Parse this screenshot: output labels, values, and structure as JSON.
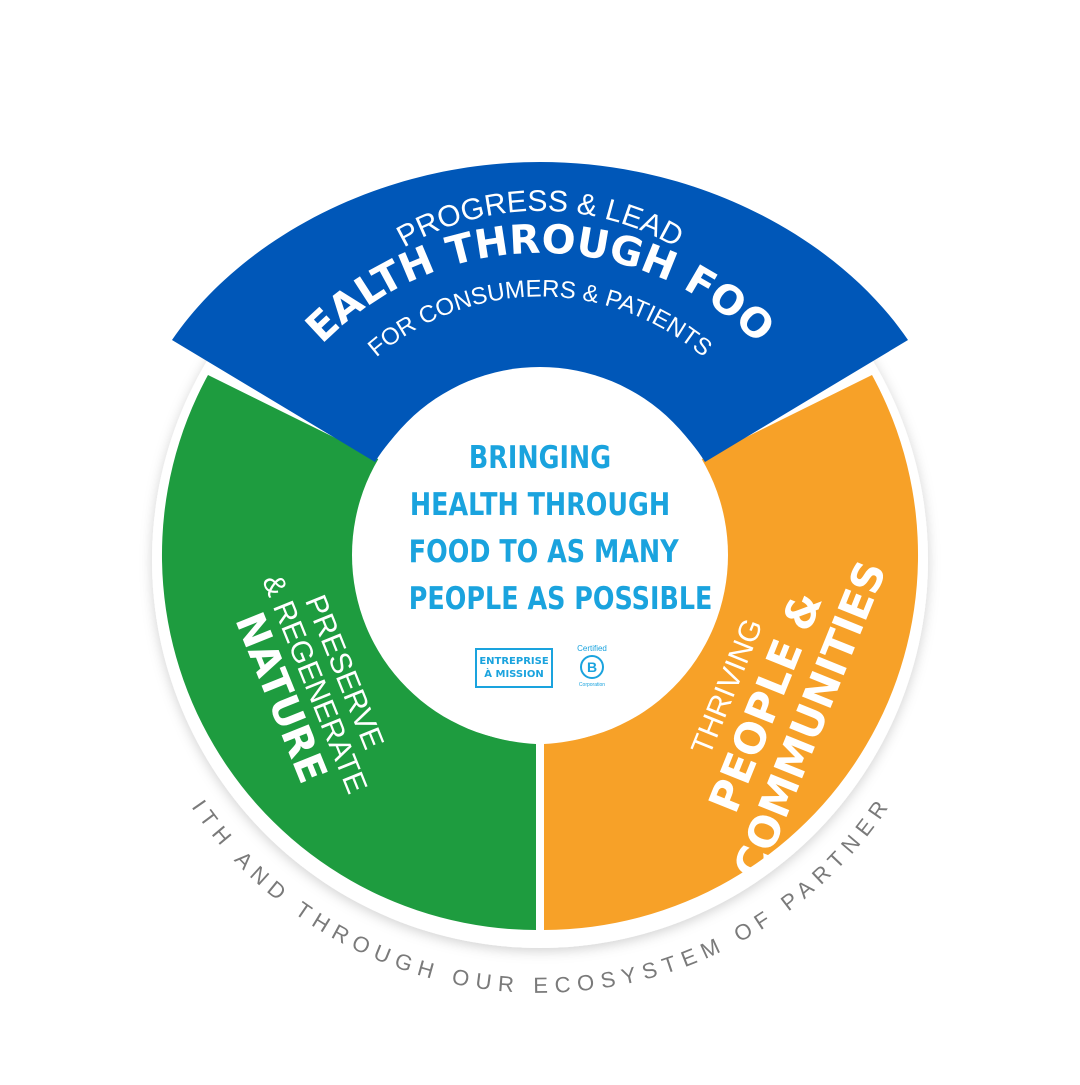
{
  "center": {
    "lines": [
      "BRINGING",
      "HEALTH THROUGH",
      "FOOD TO AS MANY",
      "PEOPLE AS POSSIBLE"
    ]
  },
  "segments": {
    "top": {
      "line1": "PROGRESS & LEAD",
      "line2": "HEALTH THROUGH FOOD",
      "line3": "FOR CONSUMERS & PATIENTS",
      "color": "#0057b8"
    },
    "left": {
      "line1": "PRESERVE",
      "line2": "& REGENERATE",
      "line3": "NATURE",
      "color": "#1e9c3f"
    },
    "right": {
      "line1": "THRIVING",
      "line2": "PEOPLE &",
      "line3": "COMMUNITIES",
      "color": "#f7a128"
    }
  },
  "outer_text": "WITH AND THROUGH OUR ECOSYSTEM OF PARTNERS",
  "badges": {
    "mission_line1": "ENTREPRISE",
    "mission_line2": "À MISSION",
    "bcorp_certified": "Certified",
    "bcorp_letter": "B",
    "bcorp_corporation": "Corporation"
  },
  "colors": {
    "center_text": "#1aa3de",
    "outer_text": "#7a7a7a"
  }
}
